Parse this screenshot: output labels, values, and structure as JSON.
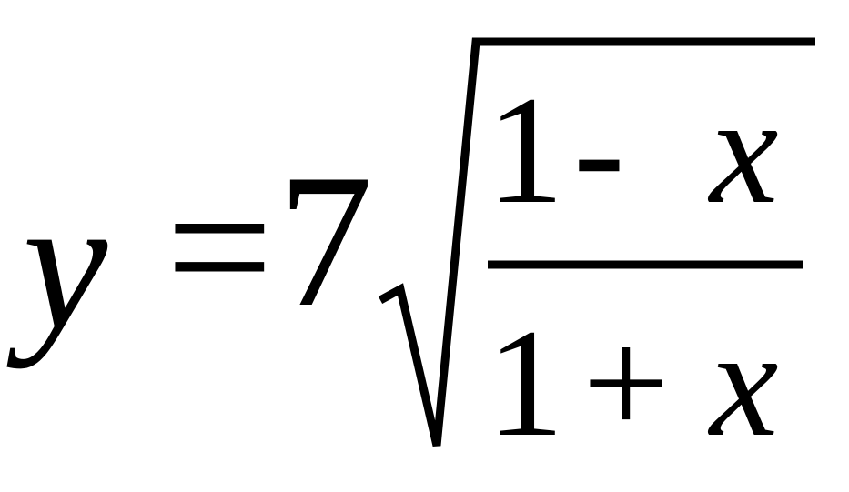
{
  "equation": {
    "lhs": "y",
    "equals": "=",
    "coefficient": "7",
    "numerator": {
      "one": "1",
      "operator": "-",
      "variable": "x"
    },
    "denominator": {
      "one": "1",
      "operator": "+",
      "variable": "x"
    }
  },
  "colors": {
    "ink": "#000000",
    "background": "#ffffff"
  }
}
